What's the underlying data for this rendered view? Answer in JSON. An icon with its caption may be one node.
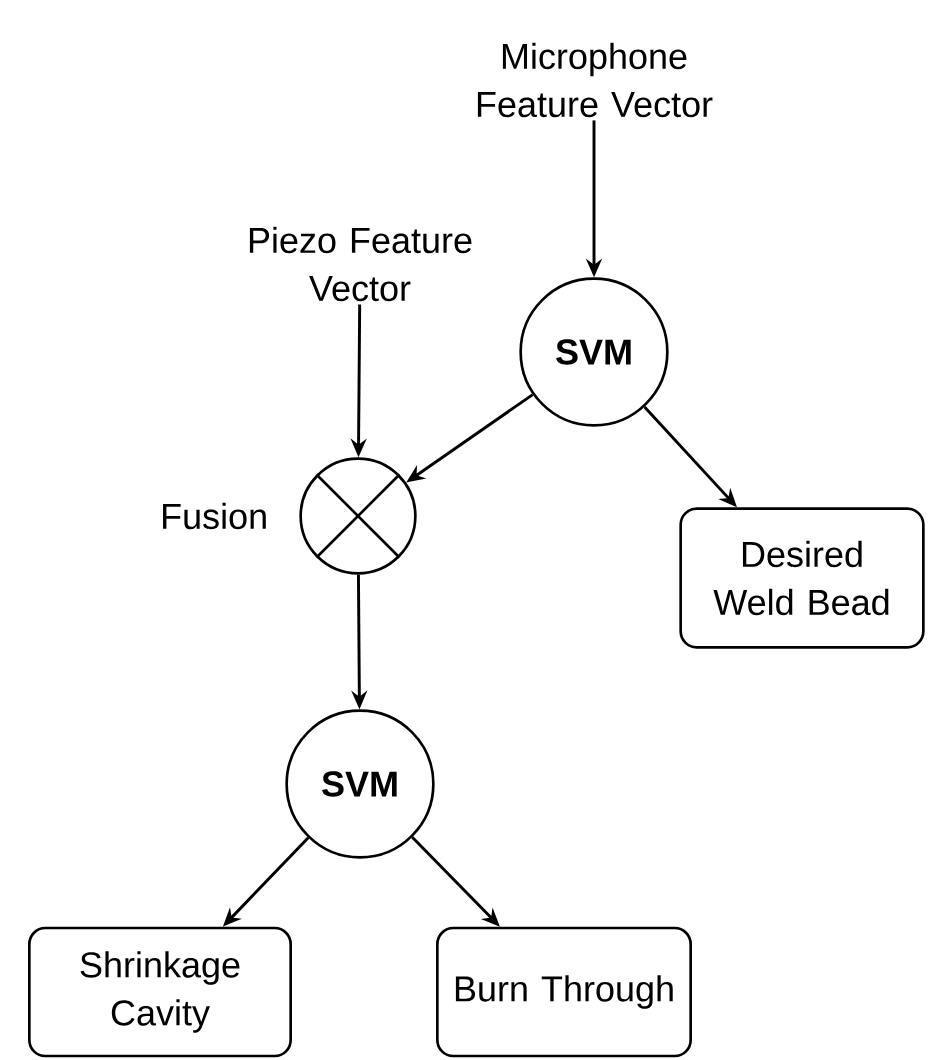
{
  "diagram": {
    "nodes": [
      {
        "text": [
          "Microphone Feature Vector"
        ]
      },
      {
        "text": [
          "SVM"
        ]
      },
      {
        "text": [
          "Piezo Feature Vector"
        ]
      },
      {
        "text": [],
        "shape": "circle",
        "beside": [
          "Fusion"
        ]
      },
      {
        "text": [
          "Desired Weld Bead"
        ]
      },
      {
        "text": [
          "SVM"
        ]
      },
      {
        "text": [
          "Shrinkage Cavity"
        ]
      },
      {
        "text": [
          "Burn Through"
        ]
      }
    ],
    "edges": [
      {
        "from": 0,
        "to": 1,
        "arrow": "to"
      },
      {
        "from": 1,
        "to": 3,
        "arrow": "to"
      },
      {
        "from": 1,
        "to": 4,
        "arrow": "to"
      },
      {
        "from": 2,
        "to": 3,
        "arrow": "to"
      },
      {
        "from": 3,
        "to": 5,
        "arrow": "to"
      },
      {
        "from": 5,
        "to": 6,
        "arrow": "to"
      },
      {
        "from": 5,
        "to": 7,
        "arrow": "to"
      }
    ]
  }
}
